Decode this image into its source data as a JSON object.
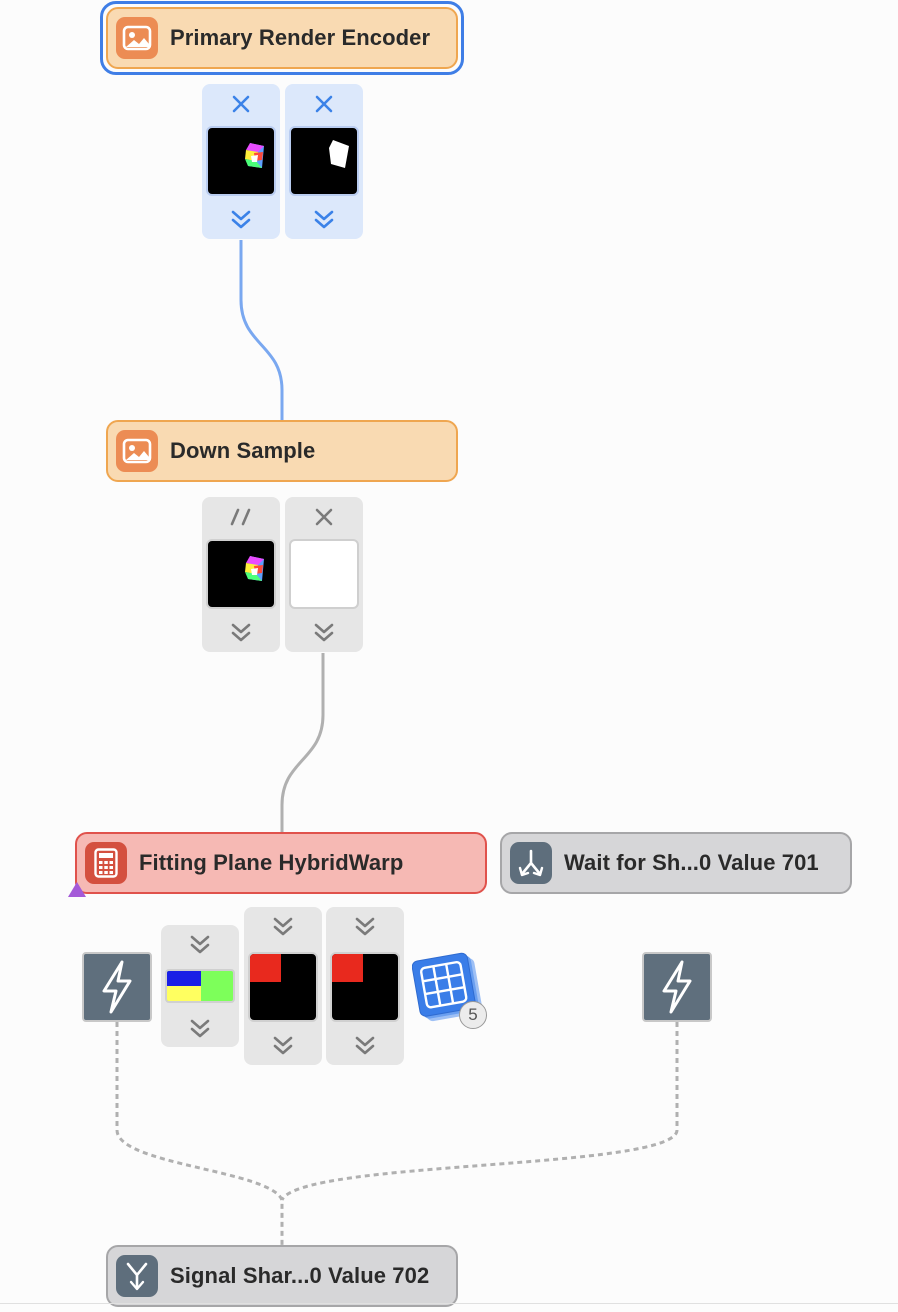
{
  "nodes": {
    "primary_render_encoder": {
      "title": "Primary Render Encoder",
      "icon": "image-icon",
      "state": "selected"
    },
    "down_sample": {
      "title": "Down Sample",
      "icon": "image-icon"
    },
    "fitting_plane": {
      "title": "Fitting Plane HybridWarp",
      "icon": "calculator-icon",
      "warning": true
    },
    "wait_for_shared": {
      "title": "Wait for Sh...0 Value 701",
      "icon": "fork-icon"
    },
    "signal_shared": {
      "title": "Signal Shar...0 Value 702",
      "icon": "merge-icon"
    }
  },
  "badges": {
    "buffer_count": "5"
  },
  "colors": {
    "node_orange": "#f9dab2",
    "node_red": "#f6b9b4",
    "node_gray": "#d6d6d8",
    "selection_blue": "#3f7ee6",
    "wire_blue": "#7aa8f0",
    "wire_gray": "#b0b0b0"
  }
}
